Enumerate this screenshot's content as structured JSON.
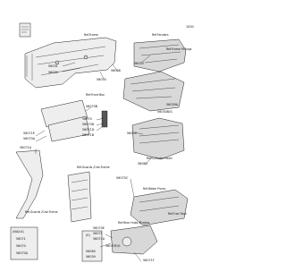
{
  "diagram": {
    "code": "1000",
    "references": {
      "frame": "Ref.Frame",
      "fenders": "Ref.Fenders",
      "frame_fittings": "Ref.Frame Fittings",
      "front_box": "Ref.Front Box",
      "cylinder_head": "Ref.Cylinder Head",
      "guards_cab_frame_1": "Ref.Guards /Cab Frame",
      "guards_cab_frame_2": "Ref.Guards /Cab Frame",
      "water_pump": "Ref.Water Pump",
      "fuel_tank": "Ref.Fuel Tank",
      "rear_hubs_brakes": "Ref.Rear Hubs /Brakes"
    },
    "parts": [
      "56031",
      "56030",
      "56020",
      "56038",
      "56035",
      "56039A",
      "56070B",
      "56070",
      "56070D",
      "56071D",
      "56071B",
      "56071E",
      "56070A",
      "56030B/G",
      "56020",
      "56071A",
      "56063",
      "56070C",
      "56070E",
      "56071",
      "56071A",
      "56070F/G",
      "56060",
      "56039",
      "56071F"
    ],
    "boxes": {
      "note": "(NA/LK)",
      "parts": [
        "56071",
        "56070",
        "56070A"
      ],
      "bracket_note": "(E)"
    }
  }
}
